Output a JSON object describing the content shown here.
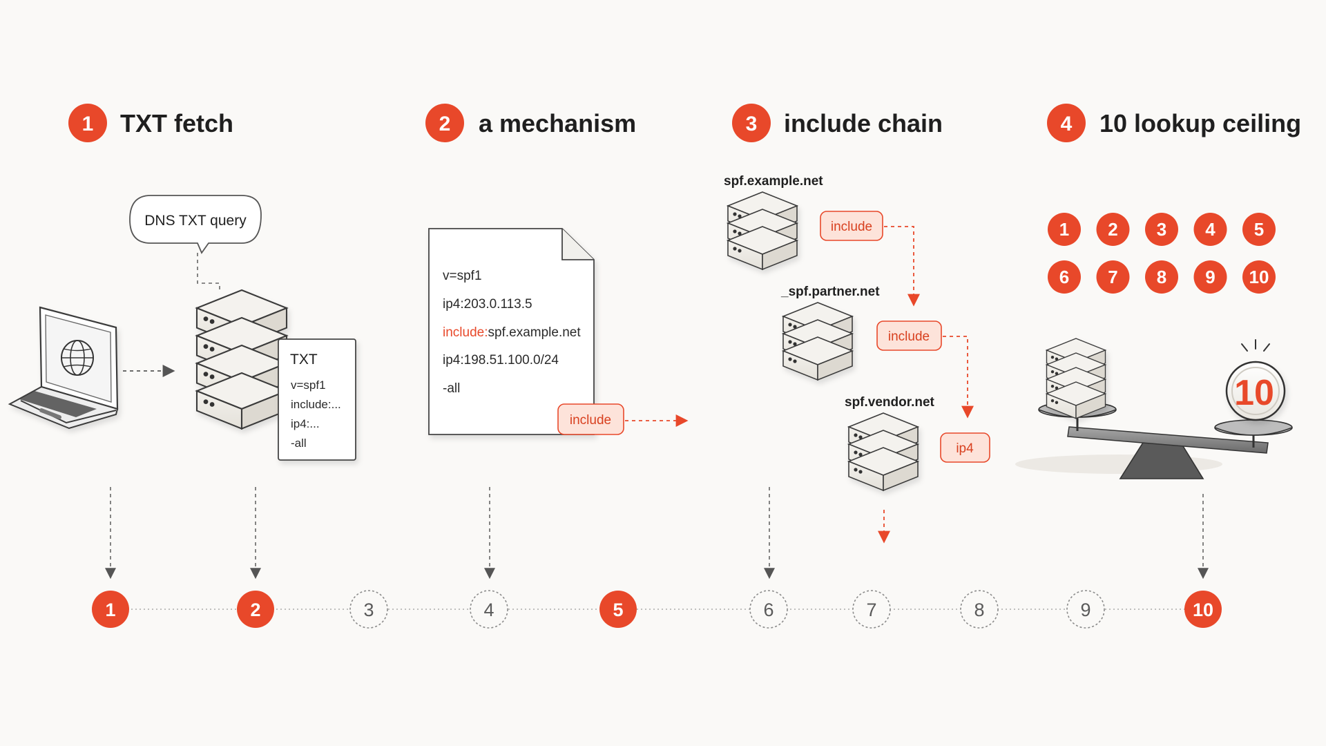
{
  "steps": [
    {
      "num": "1",
      "title": "TXT fetch"
    },
    {
      "num": "2",
      "title": "a mechanism"
    },
    {
      "num": "3",
      "title": "include chain"
    },
    {
      "num": "4",
      "title": "10 lookup ceiling"
    }
  ],
  "fetch": {
    "bubble": "DNS TXT query",
    "txt_title": "TXT",
    "txt_lines": [
      "v=spf1",
      "include:...",
      "ip4:...",
      "-all"
    ]
  },
  "record": {
    "lines": [
      {
        "prefix": "",
        "text": "v=spf1"
      },
      {
        "prefix": "",
        "text": "ip4:203.0.113.5"
      },
      {
        "prefix": "include:",
        "text": "spf.example.net"
      },
      {
        "prefix": "",
        "text": "ip4:198.51.100.0/24"
      },
      {
        "prefix": "",
        "text": "-all"
      }
    ],
    "include_tag": "include"
  },
  "chain": {
    "domains": [
      "spf.example.net",
      "_spf.partner.net",
      "spf.vendor.net"
    ],
    "tags": [
      "include",
      "include",
      "ip4"
    ]
  },
  "ceiling": {
    "counters": [
      "1",
      "2",
      "3",
      "4",
      "5",
      "6",
      "7",
      "8",
      "9",
      "10"
    ],
    "limit": "10"
  },
  "timeline": {
    "nodes": [
      {
        "label": "1",
        "active": true
      },
      {
        "label": "2",
        "active": true
      },
      {
        "label": "3",
        "active": false
      },
      {
        "label": "4",
        "active": false
      },
      {
        "label": "5",
        "active": true
      },
      {
        "label": "6",
        "active": false
      },
      {
        "label": "7",
        "active": false
      },
      {
        "label": "8",
        "active": false
      },
      {
        "label": "9",
        "active": false
      },
      {
        "label": "10",
        "active": true
      }
    ]
  },
  "colors": {
    "accent": "#e8482a",
    "pill_fill": "#fde3da",
    "muted": "#7a7a7a"
  }
}
